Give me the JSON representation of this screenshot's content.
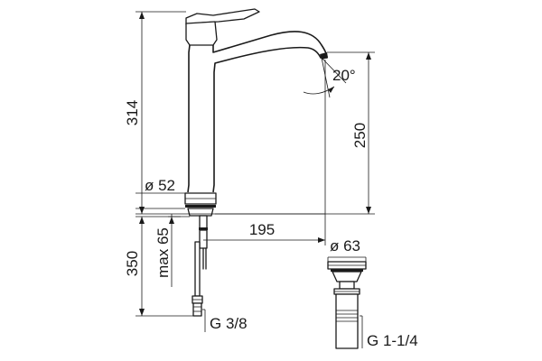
{
  "drawing": {
    "dimensions": {
      "total_height": "314",
      "spout_height": "250",
      "spout_reach": "195",
      "spout_angle": "20°",
      "base_diameter": "ø 52",
      "max_deck_thickness": "max 65",
      "below_deck_length": "350",
      "supply_connection": "G 3/8",
      "waste_diameter": "ø 63",
      "waste_thread": "G 1-1/4"
    }
  }
}
